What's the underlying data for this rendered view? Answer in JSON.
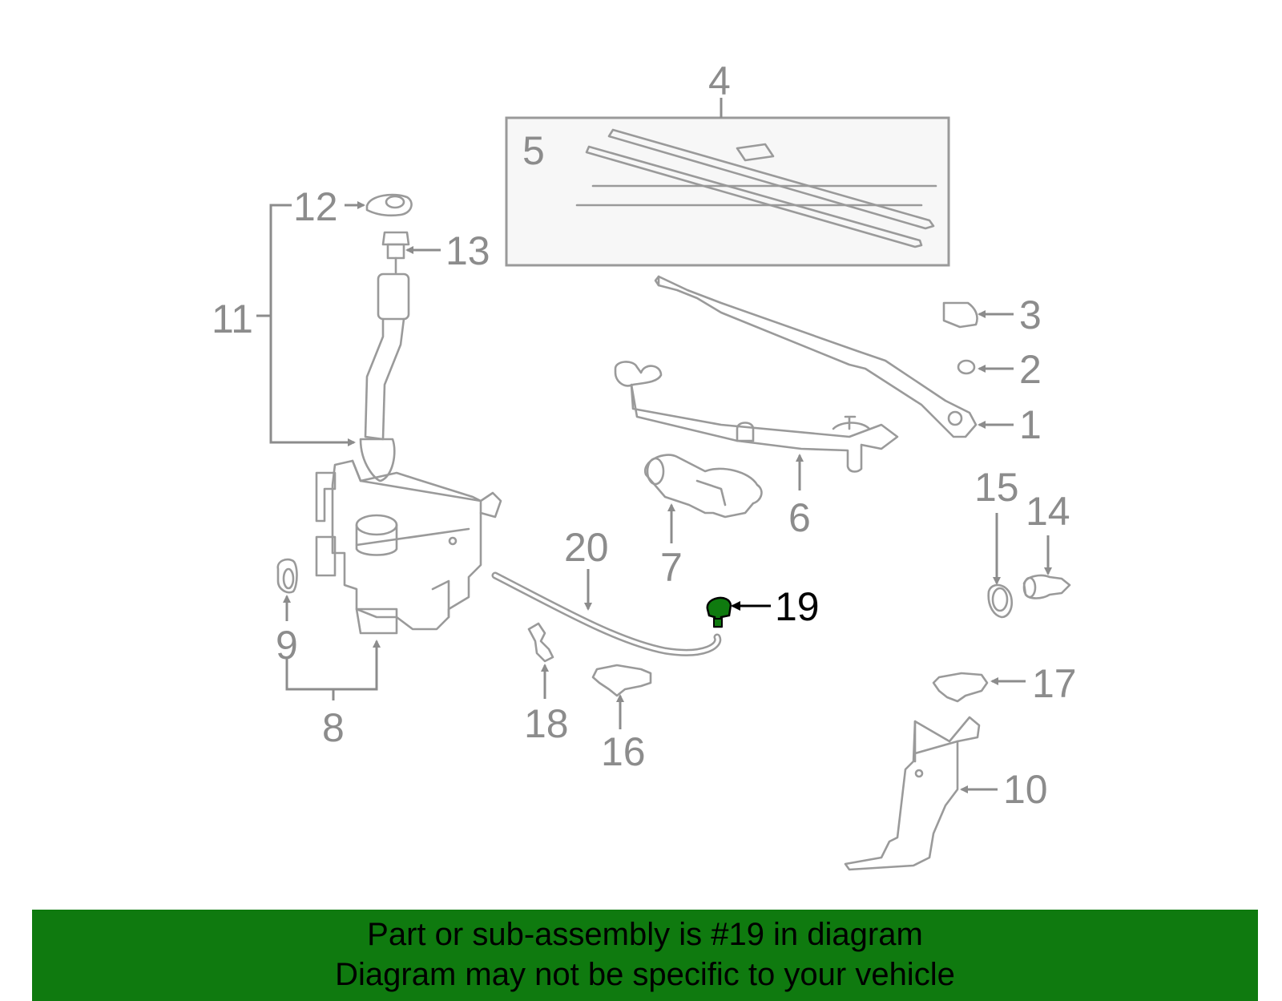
{
  "diagram": {
    "highlight_color": "#0f7a0f",
    "highlighted_part": "19",
    "callouts": [
      "1",
      "2",
      "3",
      "4",
      "5",
      "6",
      "7",
      "8",
      "9",
      "10",
      "11",
      "12",
      "13",
      "14",
      "15",
      "16",
      "17",
      "18",
      "19",
      "20"
    ]
  },
  "banner": {
    "line1": "Part or sub-assembly is #19 in diagram",
    "line2": "Diagram may not be specific to your vehicle",
    "background": "#0f7a0f"
  }
}
